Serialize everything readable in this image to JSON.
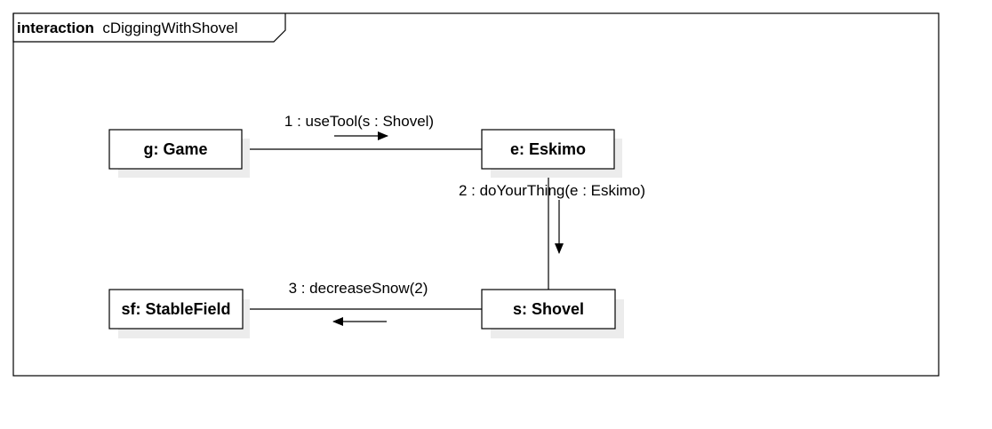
{
  "frame": {
    "keyword": "interaction",
    "name": "cDiggingWithShovel"
  },
  "objects": {
    "game": "g: Game",
    "eskimo": "e: Eskimo",
    "stable_field": "sf: StableField",
    "shovel": "s: Shovel"
  },
  "messages": {
    "m1": "1 : useTool(s : Shovel)",
    "m2": "2 : doYourThing(e : Eskimo)",
    "m3": "3 : decreaseSnow(2)"
  },
  "colors": {
    "line": "#000000",
    "shadow": "#ececec",
    "background": "#ffffff"
  }
}
